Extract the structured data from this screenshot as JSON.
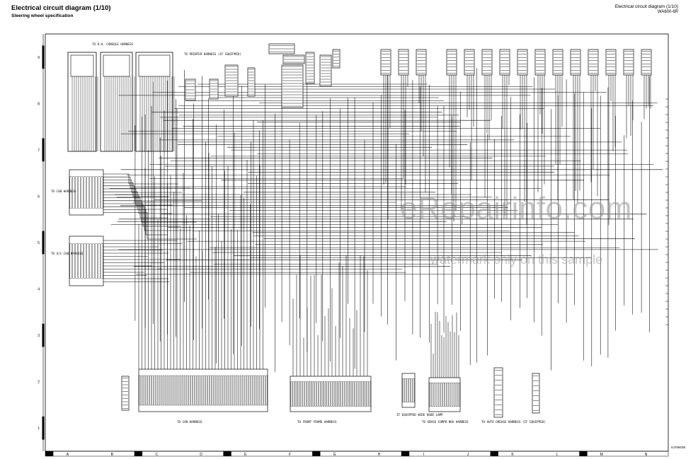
{
  "header": {
    "title": "Electrical circuit diagram (1/10)",
    "subtitle": "Steering wheel specification",
    "right_title": "Electrical circuit diagram (1/10)",
    "right_model": "WA600-6R"
  },
  "watermark": {
    "main": "eRepairinfo.com",
    "sub": "watermark only on this sample"
  },
  "doc_code": "SJ766038",
  "grid": {
    "columns": [
      "A",
      "B",
      "C",
      "D",
      "E",
      "F",
      "G",
      "H",
      "I",
      "J",
      "K",
      "L",
      "M",
      "N"
    ],
    "rows": [
      "9",
      "8",
      "7",
      "6",
      "5",
      "4",
      "3",
      "2",
      "1"
    ]
  },
  "harness_labels": {
    "console": "TO R.H. CONSOLE HARNESS",
    "printer": "TO PRINTER HARNESS (IF EQUIPPED)",
    "cab1": "TO CAB HARNESS",
    "ac_cab": "TO A/C CAB HARNESS",
    "cab_bottom": "TO CAB HARNESS",
    "front_frame": "TO FRONT FRAME HARNESS",
    "grease": "TO GRASS COMPO NOX HARNESS",
    "auto_grease": "TO AUTO GREASE HARNESS (IF EQUIPPED)",
    "rotary": "IF EQUIPPED WIDE HOOD LAMP"
  }
}
